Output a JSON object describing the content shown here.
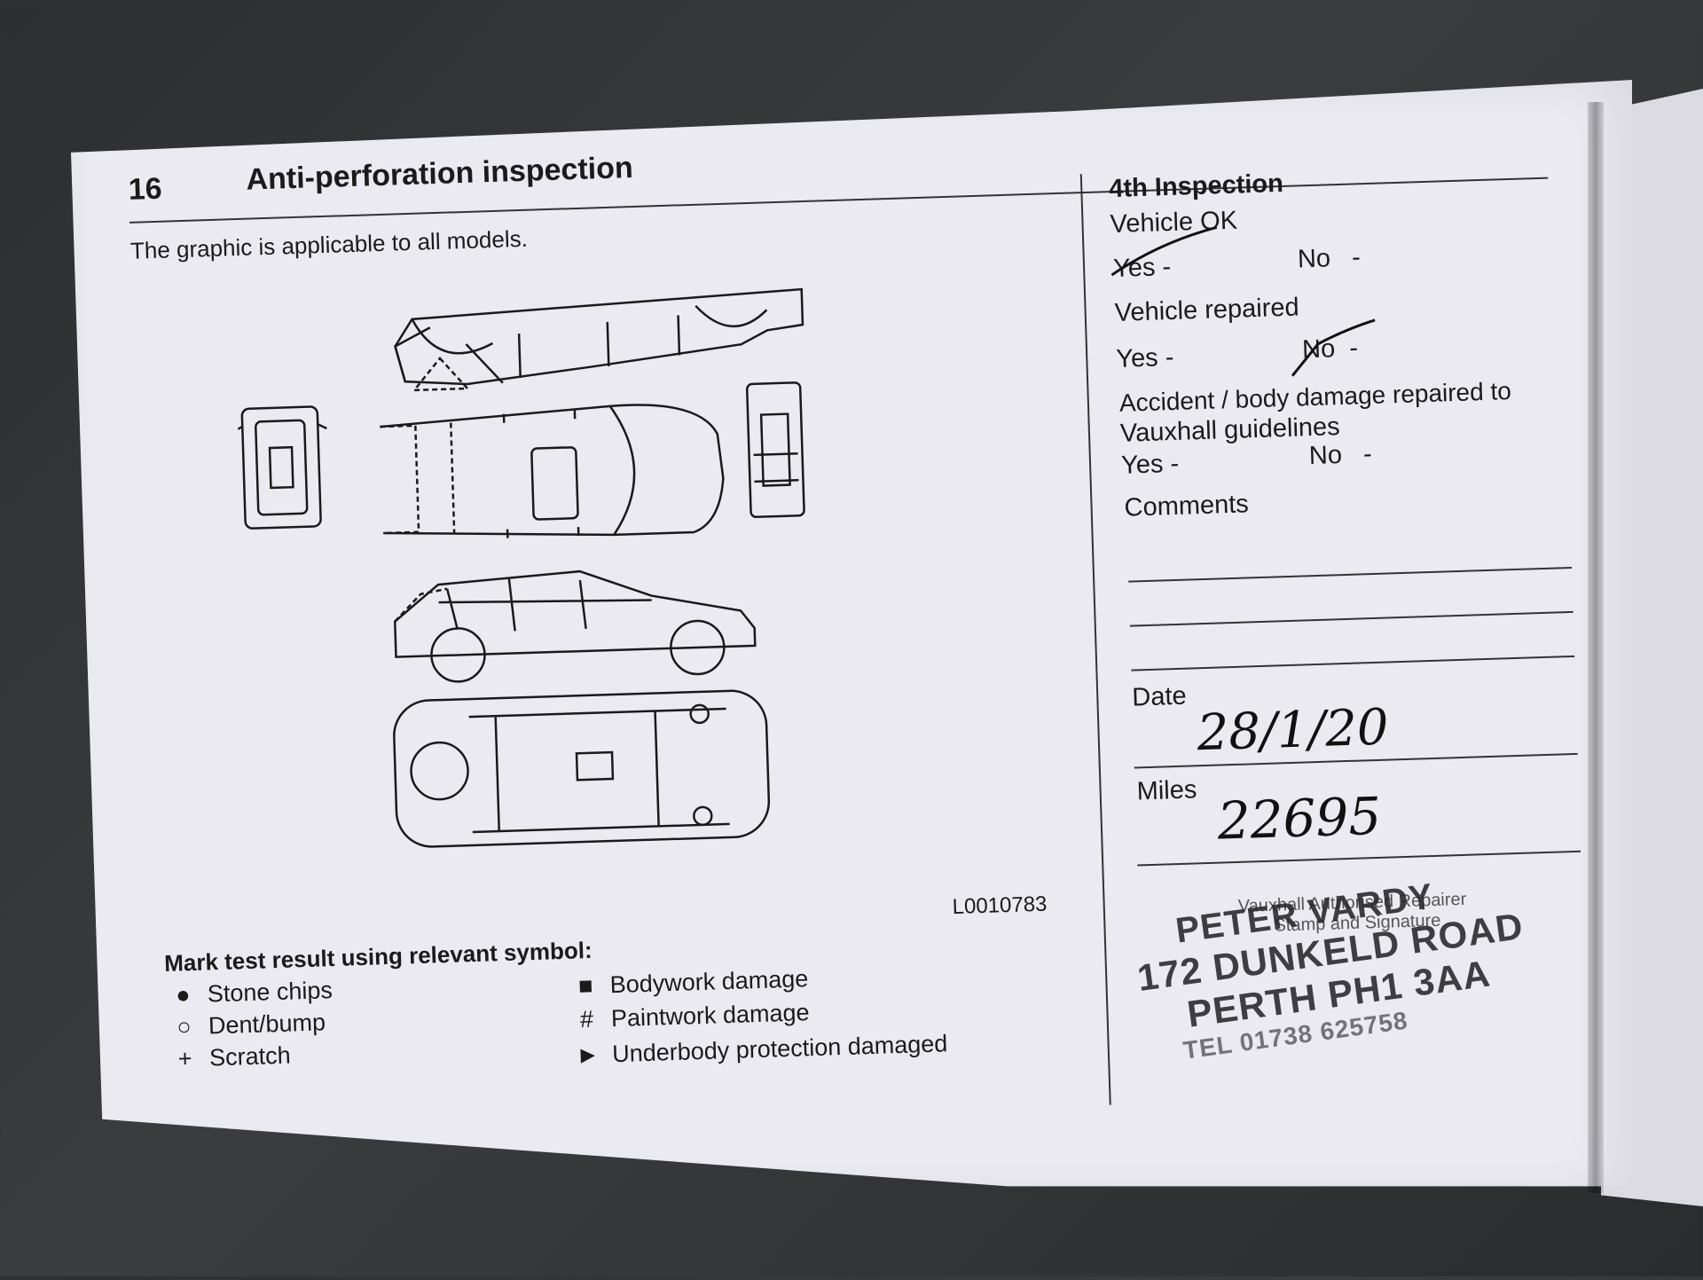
{
  "page_number": "16",
  "title": "Anti-perforation inspection",
  "intro": "The graphic is applicable to all models.",
  "diagram_code": "L0010783",
  "inspection": {
    "heading": "4th Inspection",
    "vehicle_ok": "Vehicle OK",
    "vehicle_ok_yes": "Yes -",
    "vehicle_ok_no": "No   -",
    "vehicle_repaired": "Vehicle repaired",
    "vehicle_repaired_yes": "Yes -",
    "vehicle_repaired_no": "No  -",
    "accident_line1": "Accident / body damage repaired to",
    "accident_line2": "Vauxhall guidelines",
    "accident_yes": "Yes -",
    "accident_no": "No   -",
    "comments": "Comments",
    "date_label": "Date",
    "date_value": "28/1/20",
    "miles_label": "Miles",
    "miles_value": "22695"
  },
  "stamp": {
    "caption_line1": "Vauxhall Authorised Repairer",
    "caption_line2": "Stamp and Signature",
    "line1": "PETER VARDY",
    "line2": "172 DUNKELD ROAD",
    "line3": "PERTH PH1 3AA",
    "line4": "TEL 01738 625758"
  },
  "legend": {
    "title": "Mark test result using relevant symbol:",
    "items": [
      {
        "symbol": "●",
        "label": "Stone chips"
      },
      {
        "symbol": "○",
        "label": "Dent/bump"
      },
      {
        "symbol": "+",
        "label": "Scratch"
      },
      {
        "symbol": "■",
        "label": "Bodywork damage"
      },
      {
        "symbol": "#",
        "label": "Paintwork damage"
      },
      {
        "symbol": "►",
        "label": "Underbody protection damaged"
      }
    ]
  }
}
